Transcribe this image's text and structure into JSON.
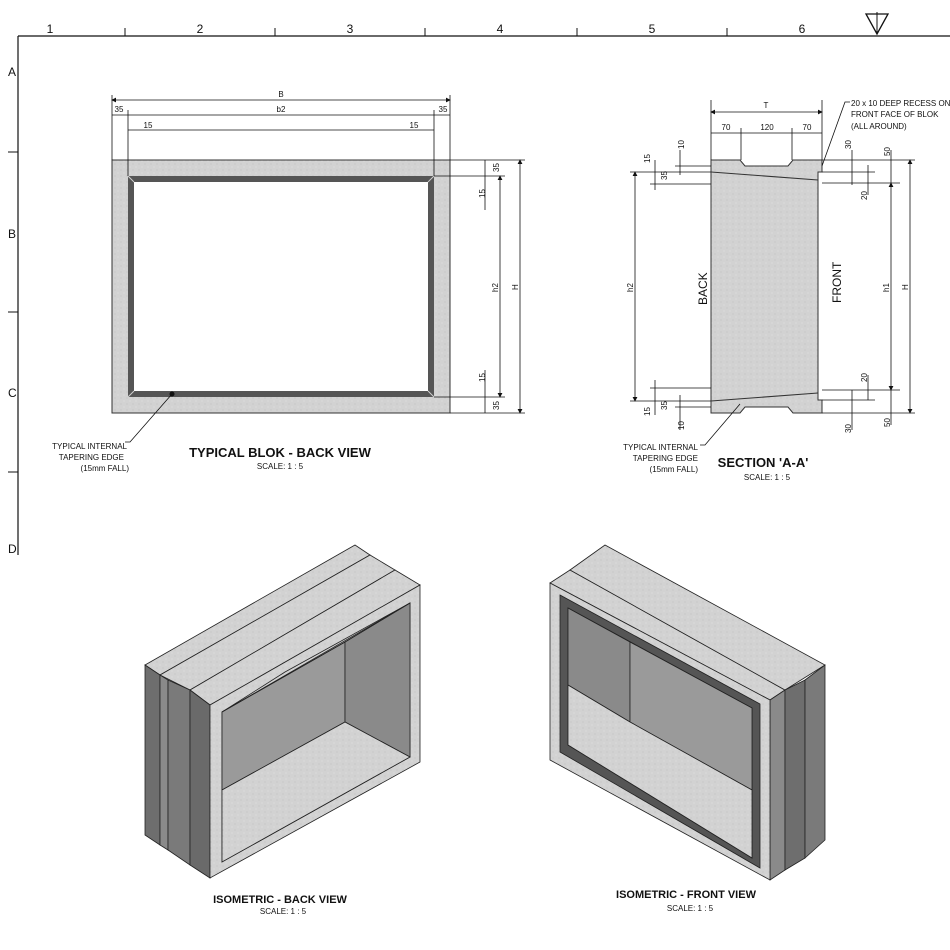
{
  "frame": {
    "columns": [
      "1",
      "2",
      "3",
      "4",
      "5",
      "6"
    ],
    "rows": [
      "A",
      "B",
      "C",
      "D"
    ],
    "north_symbol": "triangle-marker-icon"
  },
  "back_view": {
    "title": "TYPICAL BLOK - BACK VIEW",
    "scale": "SCALE: 1 : 5",
    "dims": {
      "B": "B",
      "b2": "b2",
      "d35": "35",
      "d15": "15",
      "h2": "h2",
      "H": "H"
    },
    "note": [
      "TYPICAL INTERNAL",
      "TAPERING EDGE",
      "(15mm FALL)"
    ]
  },
  "section": {
    "title": "SECTION  'A-A'",
    "scale": "SCALE: 1 : 5",
    "dims": {
      "T": "T",
      "d70": "70",
      "d120": "120",
      "d10": "10",
      "d15": "15",
      "d35": "35",
      "d30": "30",
      "d50": "50",
      "d20": "20",
      "h2": "h2",
      "h1": "h1",
      "H": "H"
    },
    "back_label": "BACK",
    "front_label": "FRONT",
    "recess_note": [
      "20 x 10 DEEP RECESS ON",
      "FRONT FACE OF BLOK",
      "(ALL AROUND)"
    ],
    "note": [
      "TYPICAL INTERNAL",
      "TAPERING EDGE",
      "(15mm FALL)"
    ]
  },
  "iso_back": {
    "title": "ISOMETRIC - BACK VIEW",
    "scale": "SCALE: 1 : 5"
  },
  "iso_front": {
    "title": "ISOMETRIC - FRONT VIEW",
    "scale": "SCALE: 1 : 5"
  },
  "colors": {
    "concrete": "#cfcfcf",
    "dark_face": "#7a7a7a",
    "mid_face": "#a9a9a9",
    "line": "#111111"
  }
}
